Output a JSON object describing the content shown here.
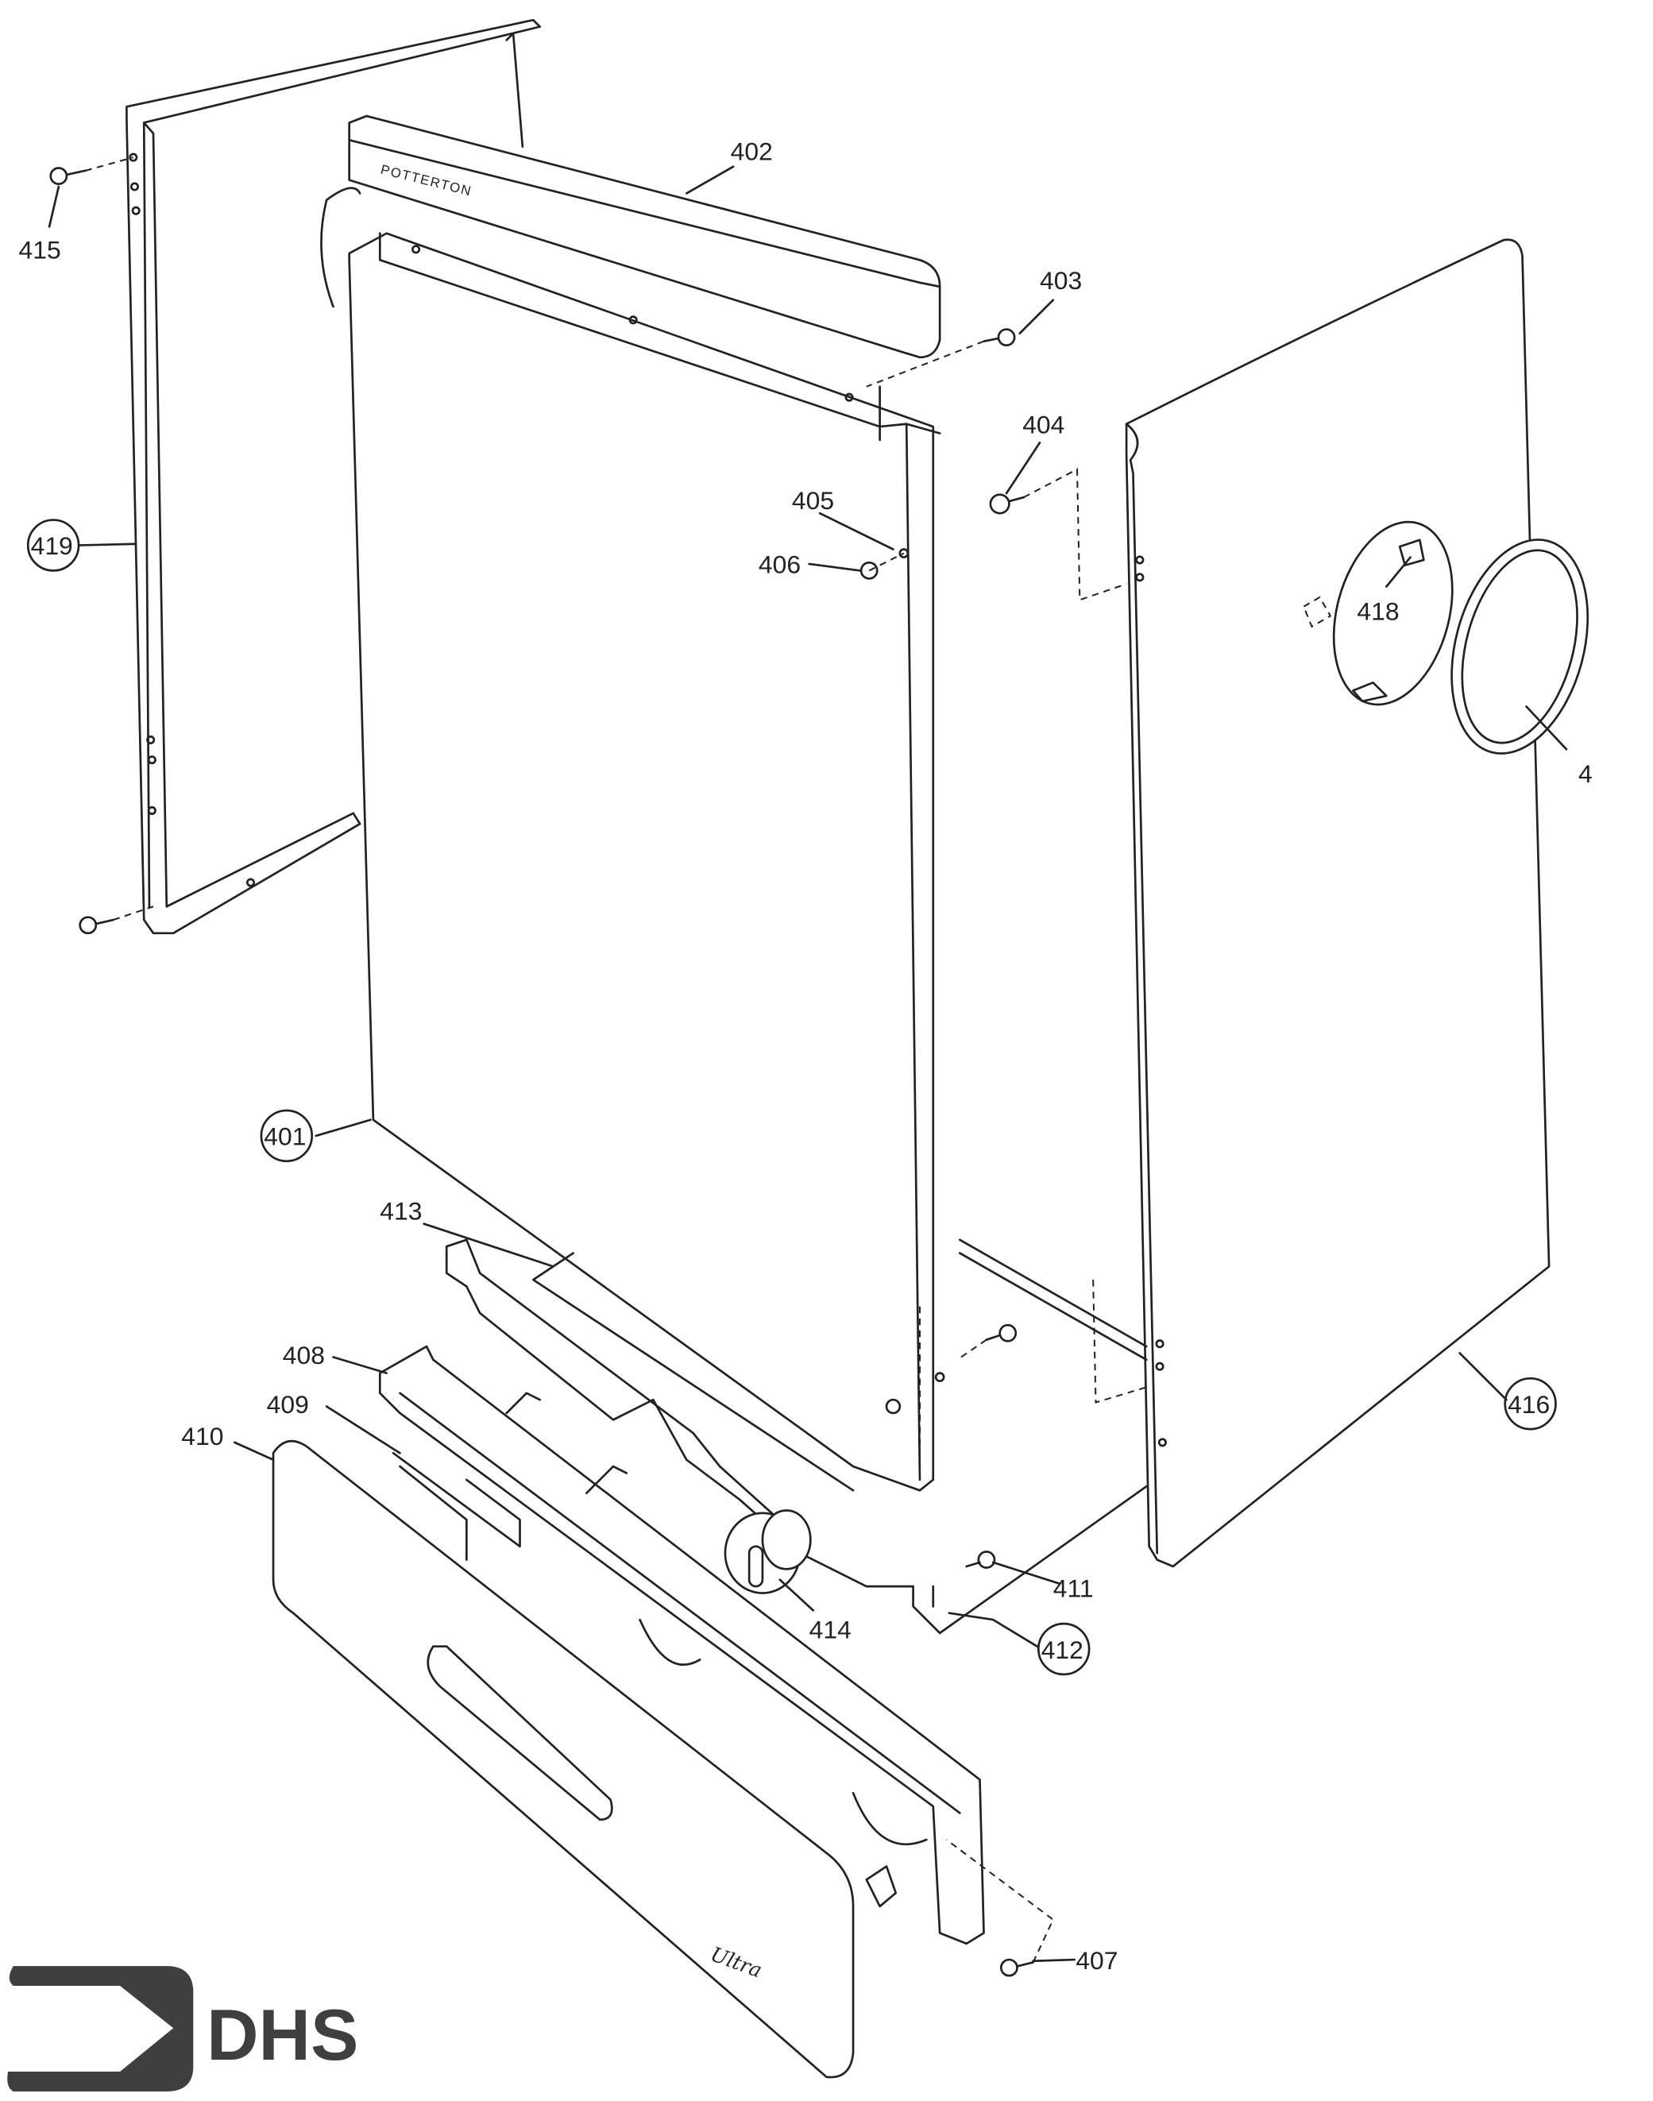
{
  "diagram": {
    "brand_top_panel": "POTTERTON",
    "brand_bottom_panel": "Ultra",
    "logo": "DHS",
    "parts": [
      {
        "id": "p402",
        "label": "402",
        "circled": false
      },
      {
        "id": "p403",
        "label": "403",
        "circled": false
      },
      {
        "id": "p404",
        "label": "404",
        "circled": false
      },
      {
        "id": "p405",
        "label": "405",
        "circled": false
      },
      {
        "id": "p406",
        "label": "406",
        "circled": false
      },
      {
        "id": "p415",
        "label": "415",
        "circled": false
      },
      {
        "id": "p419",
        "label": "419",
        "circled": true
      },
      {
        "id": "p418",
        "label": "418",
        "circled": false
      },
      {
        "id": "p417",
        "label": "4",
        "circled": false
      },
      {
        "id": "p401",
        "label": "401",
        "circled": true
      },
      {
        "id": "p413",
        "label": "413",
        "circled": false
      },
      {
        "id": "p416",
        "label": "416",
        "circled": true
      },
      {
        "id": "p408",
        "label": "408",
        "circled": false
      },
      {
        "id": "p409",
        "label": "409",
        "circled": false
      },
      {
        "id": "p410",
        "label": "410",
        "circled": false
      },
      {
        "id": "p411",
        "label": "411",
        "circled": false
      },
      {
        "id": "p414",
        "label": "414",
        "circled": false
      },
      {
        "id": "p412",
        "label": "412",
        "circled": true
      },
      {
        "id": "p407",
        "label": "407",
        "circled": false
      }
    ]
  }
}
